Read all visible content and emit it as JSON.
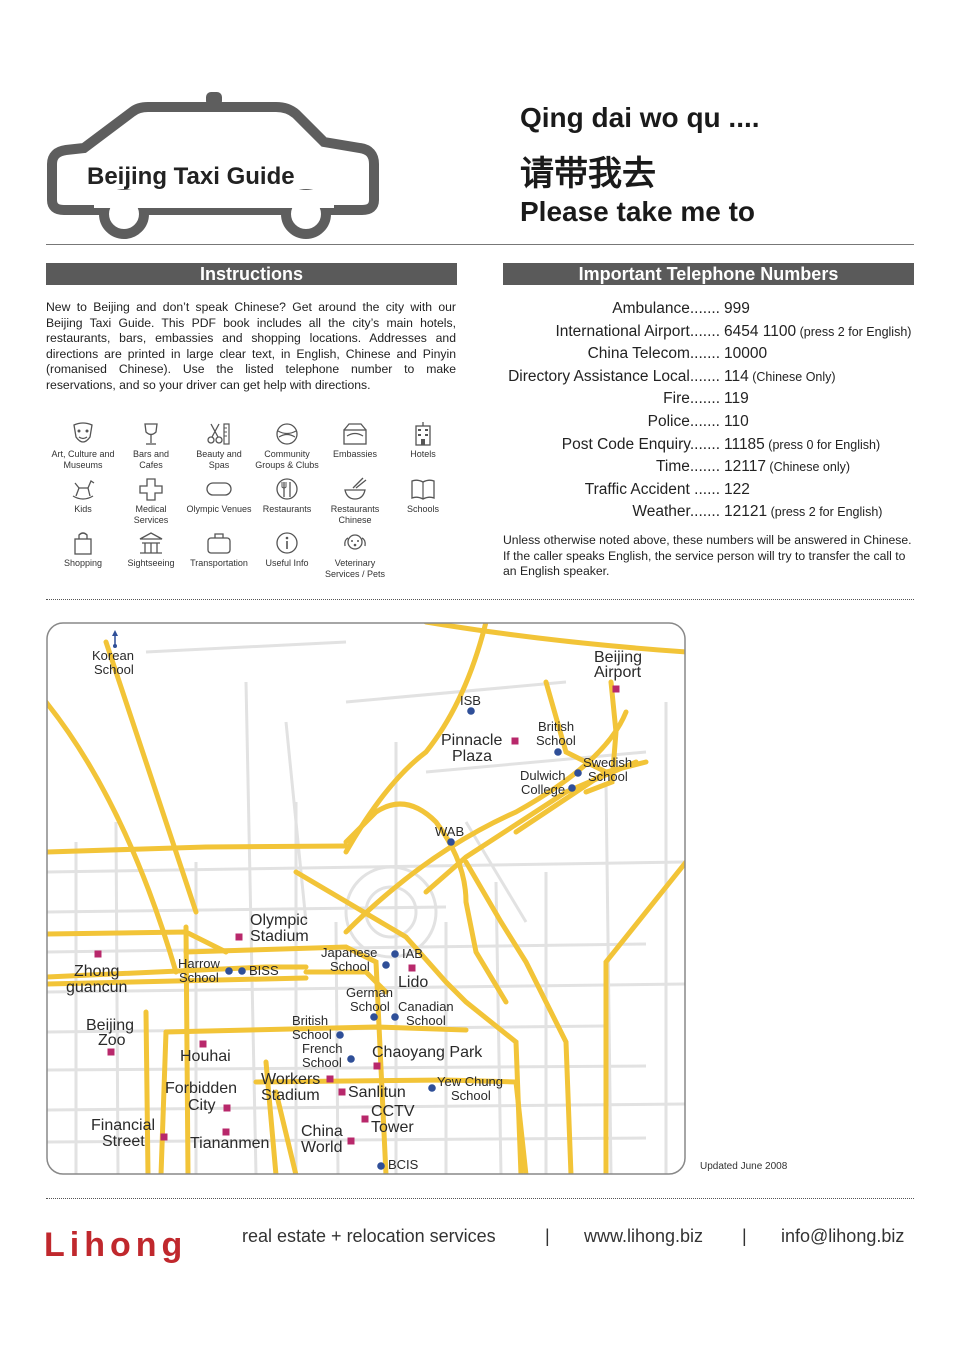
{
  "header": {
    "guide_title": "Beijing Taxi Guide",
    "phrase_pinyin": "Qing dai wo qu ....",
    "phrase_chinese": "请带我去",
    "phrase_english": "Please take me to"
  },
  "instructions": {
    "heading": "Instructions",
    "body": "New to Beijing and don’t speak Chinese? Get around the city with our Beijing Taxi Guide. This PDF book includes all the city’s main hotels, restaurants, bars, embassies and shopping locations. Addresses and directions are printed in large clear text, in English, Chinese and Pinyin (romanised Chinese). Use the listed telephone number to make reservations, and so your driver can get help with directions."
  },
  "categories": [
    {
      "label1": "Art, Culture and",
      "label2": "Museums",
      "icon": "mask-icon"
    },
    {
      "label1": "Bars and",
      "label2": "Cafes",
      "icon": "wine-glass-icon"
    },
    {
      "label1": "Beauty and",
      "label2": "Spas",
      "icon": "scissors-comb-icon"
    },
    {
      "label1": "Community",
      "label2": "Groups & Clubs",
      "icon": "ball-icon"
    },
    {
      "label1": "Embassies",
      "label2": "",
      "icon": "embassy-building-icon"
    },
    {
      "label1": "Hotels",
      "label2": "",
      "icon": "hotel-building-icon"
    },
    {
      "label1": "Kids",
      "label2": "",
      "icon": "rocking-horse-icon"
    },
    {
      "label1": "Medical",
      "label2": "Services",
      "icon": "medical-cross-icon"
    },
    {
      "label1": "Olympic Venues",
      "label2": "",
      "icon": "olympic-venue-icon"
    },
    {
      "label1": "Restaurants",
      "label2": "",
      "icon": "cutlery-icon"
    },
    {
      "label1": "Restaurants",
      "label2": "Chinese",
      "icon": "chopsticks-bowl-icon"
    },
    {
      "label1": "Schools",
      "label2": "",
      "icon": "book-icon"
    },
    {
      "label1": "Shopping",
      "label2": "",
      "icon": "shopping-bag-icon"
    },
    {
      "label1": "Sightseeing",
      "label2": "",
      "icon": "pagoda-icon"
    },
    {
      "label1": "Transportation",
      "label2": "",
      "icon": "briefcase-icon"
    },
    {
      "label1": "Useful Info",
      "label2": "",
      "icon": "info-icon"
    },
    {
      "label1": "Veterinary",
      "label2": "Services / Pets",
      "icon": "dog-icon"
    }
  ],
  "phones": {
    "heading": "Important Telephone Numbers",
    "rows": [
      {
        "name": "Ambulance.......",
        "number": "999",
        "note": ""
      },
      {
        "name": "International Airport.......",
        "number": "6454 1100",
        "note": "(press 2 for English)"
      },
      {
        "name": "China Telecom.......",
        "number": "10000",
        "note": ""
      },
      {
        "name": "Directory Assistance Local.......",
        "number": "114",
        "note": "(Chinese Only)"
      },
      {
        "name": "Fire.......",
        "number": "119",
        "note": ""
      },
      {
        "name": "Police.......",
        "number": "110",
        "note": ""
      },
      {
        "name": "Post Code Enquiry.......",
        "number": "11185",
        "note": "(press 0 for English)"
      },
      {
        "name": "Time.......",
        "number": "12117",
        "note": "(Chinese only)"
      },
      {
        "name": "Traffic Accident ......",
        "number": "122",
        "note": ""
      },
      {
        "name": "Weather.......",
        "number": "12121",
        "note": "(press 2 for English)"
      }
    ],
    "footnote": "Unless otherwise noted above, these numbers will be answered in Chinese. If the caller speaks English, the service person will try to transfer the call to an English speaker."
  },
  "map": {
    "colors": {
      "road": "#f2c438",
      "square": "#b8286b",
      "dot": "#2f4f98",
      "street": "#e2e2e2"
    },
    "labels": [
      {
        "text": "Korean",
        "size": 13
      },
      {
        "text": "School",
        "size": 13
      },
      {
        "text": "Beijing",
        "size": 16
      },
      {
        "text": "Airport",
        "size": 16
      },
      {
        "text": "ISB",
        "size": 13
      },
      {
        "text": "British",
        "size": 13
      },
      {
        "text": "School",
        "size": 13
      },
      {
        "text": "Pinnacle",
        "size": 16
      },
      {
        "text": "Plaza",
        "size": 16
      },
      {
        "text": "Swedish",
        "size": 13
      },
      {
        "text": "School",
        "size": 13
      },
      {
        "text": "Dulwich",
        "size": 13
      },
      {
        "text": "College",
        "size": 13
      },
      {
        "text": "WAB",
        "size": 13
      },
      {
        "text": "Olympic",
        "size": 16
      },
      {
        "text": "Stadium",
        "size": 16
      },
      {
        "text": "Japanese",
        "size": 13
      },
      {
        "text": "School",
        "size": 13
      },
      {
        "text": "IAB",
        "size": 13
      },
      {
        "text": "Harrow",
        "size": 13
      },
      {
        "text": "School",
        "size": 13
      },
      {
        "text": "BISS",
        "size": 13
      },
      {
        "text": "Zhong",
        "size": 16
      },
      {
        "text": "guancun",
        "size": 16
      },
      {
        "text": "Lido",
        "size": 16
      },
      {
        "text": "German",
        "size": 13
      },
      {
        "text": "School",
        "size": 13
      },
      {
        "text": "Canadian",
        "size": 13
      },
      {
        "text": "School",
        "size": 13
      },
      {
        "text": "Beijing",
        "size": 16
      },
      {
        "text": "Zoo",
        "size": 16
      },
      {
        "text": "British",
        "size": 13
      },
      {
        "text": "School",
        "size": 13
      },
      {
        "text": "French",
        "size": 13
      },
      {
        "text": "School",
        "size": 13
      },
      {
        "text": "Houhai",
        "size": 16
      },
      {
        "text": "Chaoyang Park",
        "size": 16
      },
      {
        "text": "Workers",
        "size": 16
      },
      {
        "text": "Stadium",
        "size": 16
      },
      {
        "text": "Forbidden",
        "size": 16
      },
      {
        "text": "City",
        "size": 16
      },
      {
        "text": "Sanlitun",
        "size": 16
      },
      {
        "text": "Yew Chung",
        "size": 13
      },
      {
        "text": "School",
        "size": 13
      },
      {
        "text": "CCTV",
        "size": 16
      },
      {
        "text": "Tower",
        "size": 16
      },
      {
        "text": "Financial",
        "size": 16
      },
      {
        "text": "Street",
        "size": 16
      },
      {
        "text": "Tiananmen",
        "size": 16
      },
      {
        "text": "China",
        "size": 16
      },
      {
        "text": "World",
        "size": 16
      },
      {
        "text": "BCIS",
        "size": 13
      }
    ],
    "updated": "Updated June 2008"
  },
  "footer": {
    "logo": "Lihong",
    "tagline": "real estate + relocation services",
    "separator": "|",
    "website": "www.lihong.biz",
    "email": "info@lihong.biz"
  }
}
